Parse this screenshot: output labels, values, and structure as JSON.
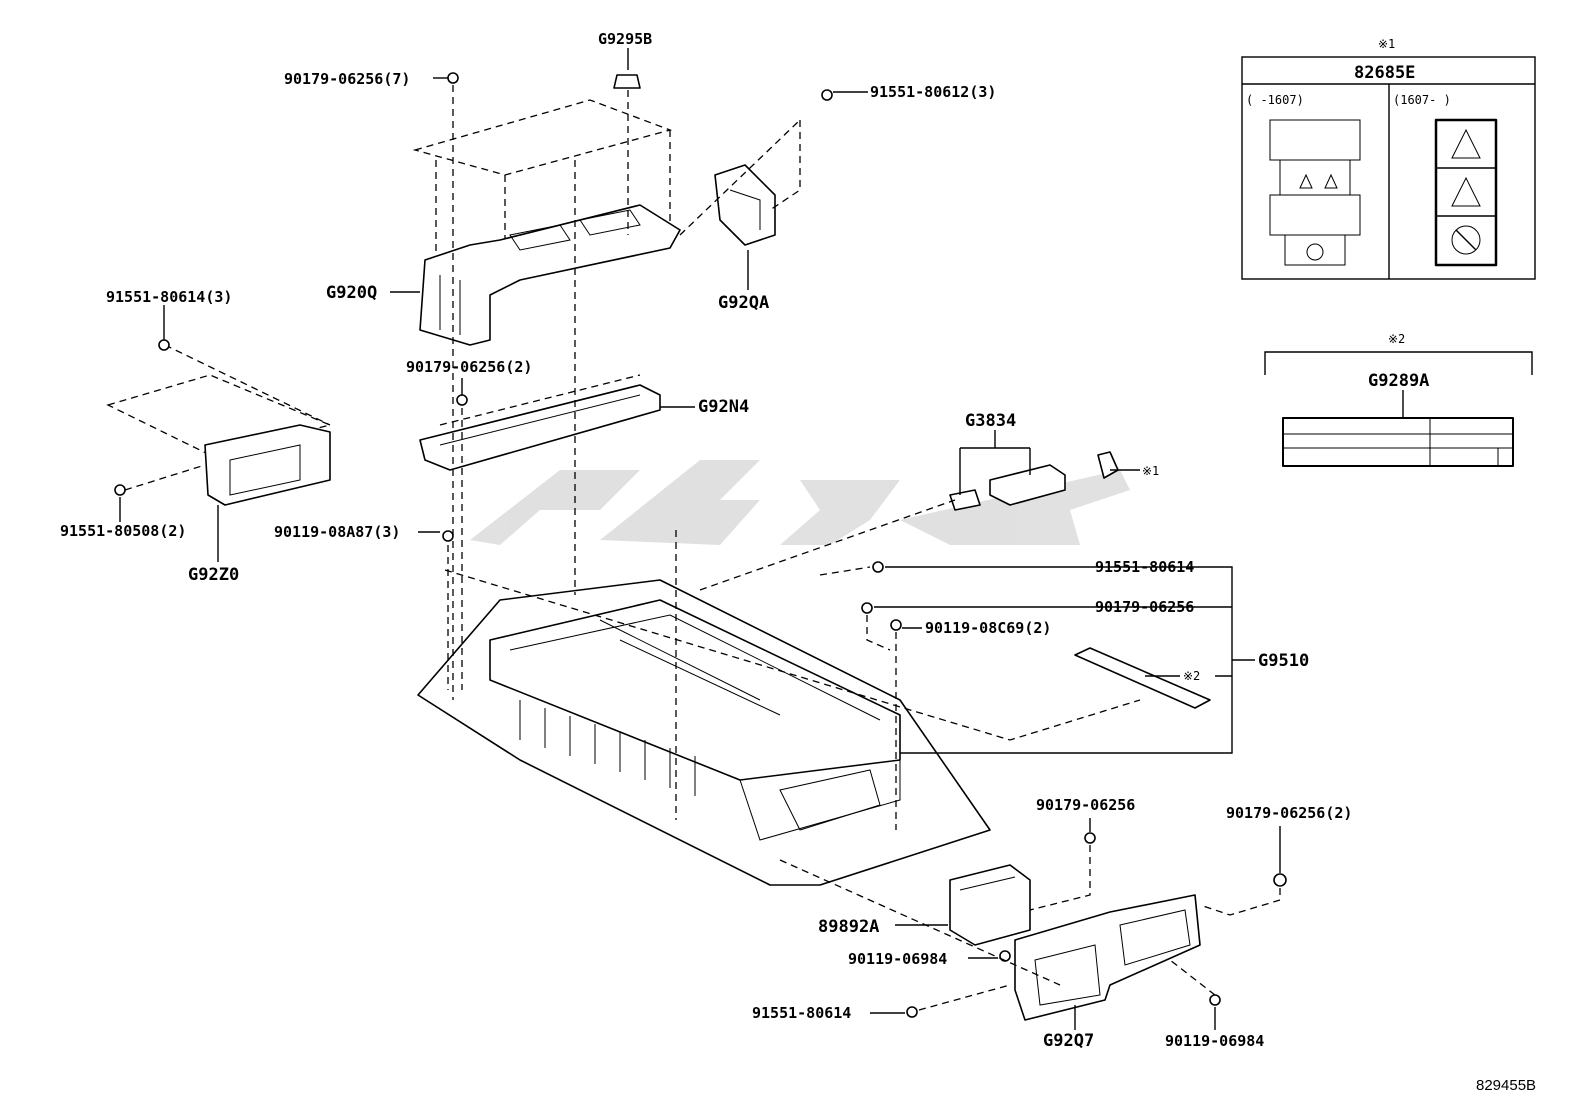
{
  "figure_code": "829455B",
  "watermark_color": "#c8c8c8",
  "labels": {
    "g9295b": "G9295B",
    "n90179_7": "90179-06256(7)",
    "n91551_612_3": "91551-80612(3)",
    "g920q": "G920Q",
    "g92qa": "G92QA",
    "n91551_614_3": "91551-80614(3)",
    "n90179_2a": "90179-06256(2)",
    "g92n4": "G92N4",
    "n91551_508_2": "91551-80508(2)",
    "g92z0": "G92Z0",
    "n90119_a87": "90119-08A87(3)",
    "g3834": "G3834",
    "n91551_614a": "91551-80614",
    "n90179_a": "90179-06256",
    "n90119_c69": "90119-08C69(2)",
    "g9510": "G9510",
    "n90179_b": "90179-06256",
    "n90179_2b": "90179-06256(2)",
    "g89892a": "89892A",
    "n90119_984a": "90119-06984",
    "n91551_614b": "91551-80614",
    "g92q7": "G92Q7",
    "n90119_984b": "90119-06984",
    "ref1": "※1",
    "ref2": "※2"
  },
  "box1": {
    "note": "※1",
    "title": "82685E",
    "left": "(      -1607)",
    "right": "(1607-      )"
  },
  "box2": {
    "note": "※2",
    "title": "G9289A"
  }
}
